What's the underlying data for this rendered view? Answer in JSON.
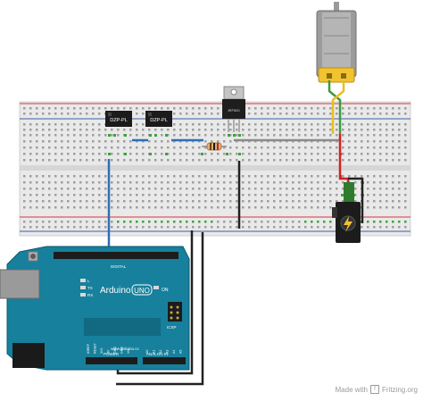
{
  "diagram": {
    "tactile_labels": [
      "DZP-PL",
      "DZP-PL"
    ],
    "regulator_label": "IRF520",
    "arduino": {
      "brand": "Arduino",
      "model": "UNO",
      "url": "www.arduino.cc",
      "on_label": "ON",
      "tx_label": "TX",
      "rx_label": "RX",
      "l_label": "L",
      "icsp_label": "ICSP",
      "digital_label": "DIGITAL",
      "power_label": "POWER",
      "analog_label": "ANALOG IN",
      "power_pins": [
        "IOREF",
        "RESET",
        "3V3",
        "5V",
        "GND",
        "GND",
        "Vin"
      ],
      "analog_pins": [
        "A0",
        "A1",
        "A2",
        "A3",
        "A4",
        "A5"
      ]
    }
  },
  "footer": {
    "made_with": "Made with",
    "brand": "Fritzing.org"
  },
  "colors": {
    "breadboard": "#e9e9e9",
    "rail_red": "#d8363a",
    "rail_blue": "#3b5fa7",
    "arduino_teal": "#17809c",
    "wire_blue": "#2e6fb7",
    "wire_black": "#222222",
    "wire_red": "#d32020",
    "wire_gray": "#8a8a8a",
    "motor_yellow": "#f2c330",
    "jack_green": "#3d8a3a"
  }
}
